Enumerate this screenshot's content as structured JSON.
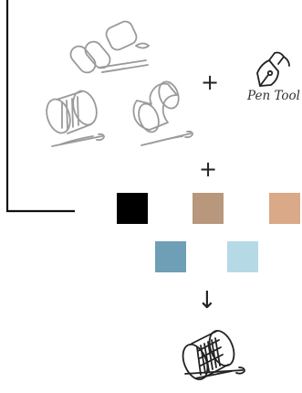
{
  "operators": {
    "plus_top": "+",
    "plus_middle": "+",
    "arrow_down": "↓"
  },
  "pen_tool": {
    "label": "Pen Tool",
    "icon": "pen-nib-icon"
  },
  "inputs": [
    {
      "name": "safety-pins-and-needle",
      "icon": "safety-pin-icon"
    },
    {
      "name": "spool-with-needle",
      "icon": "spool-icon"
    },
    {
      "name": "empty-spool-with-needle",
      "icon": "spool-outline-icon"
    }
  ],
  "palette": [
    "#000000",
    "#b8977c",
    "#d9a988",
    "#6f9fb6",
    "#b6dae5"
  ],
  "result": {
    "icon": "thread-spool-icon"
  }
}
